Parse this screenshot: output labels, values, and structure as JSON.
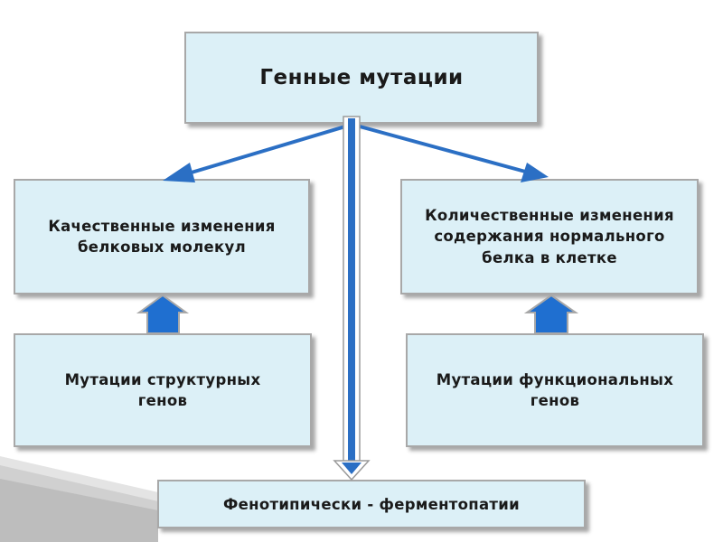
{
  "diagram": {
    "title": "Генные мутации",
    "qualitative": "Качественные изменения\nбелковых молекул",
    "quantitative": "Количественные изменения\nсодержания нормального\nбелка в клетке",
    "structural": "Мутации  структурных\nгенов",
    "functional": "Мутации  функциональных\nгенов",
    "phenotype": "Фенотипически - ферментопатии"
  },
  "colors": {
    "box_fill": "#dcf0f7",
    "box_border": "#a8a8a8",
    "arrow": "#2b6fc4"
  }
}
